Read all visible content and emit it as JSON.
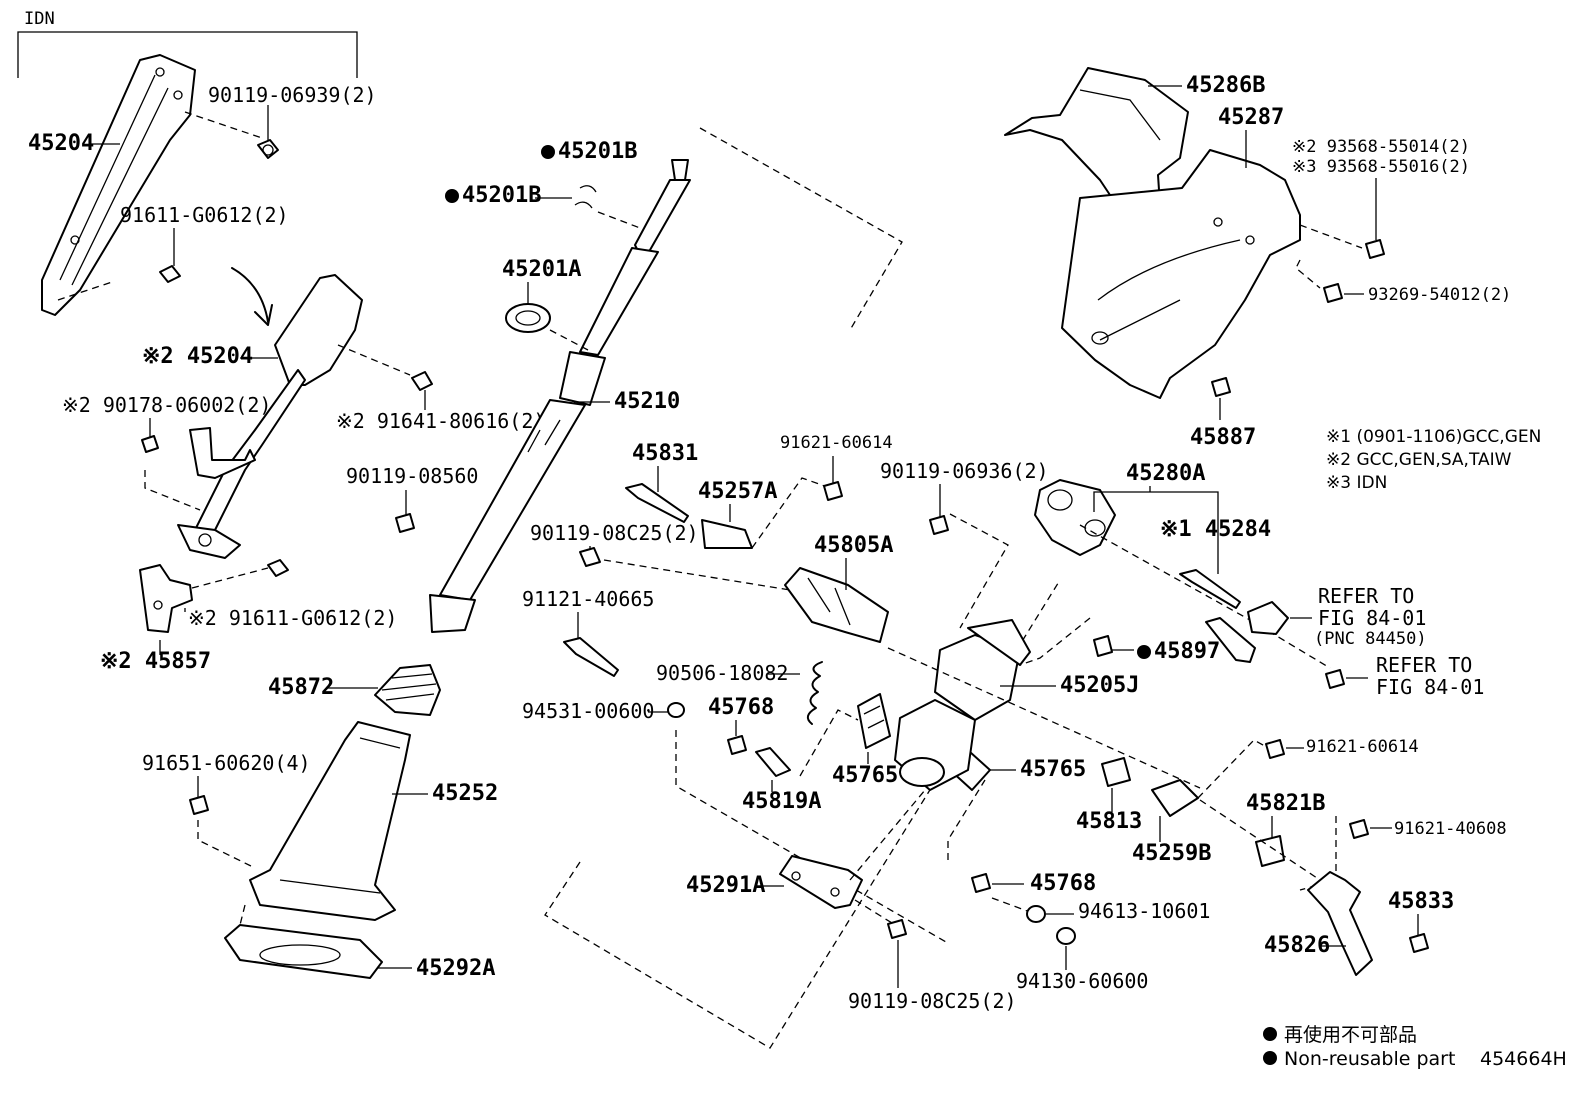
{
  "diagram": {
    "idn_header": "IDN",
    "diagram_code": "454664H",
    "legend": {
      "japanese": "再使用不可部品",
      "english": "Non-reusable part"
    },
    "notes": [
      "※1 (0901-1106)GCC,GEN",
      "※2 GCC,GEN,SA,TAIW",
      "※3 IDN"
    ],
    "labels": {
      "l_45204": "45204",
      "l_90119_06939": "90119-06939(2)",
      "l_91611_g0612_a": "91611-G0612(2)",
      "l_45204_2": "※2 45204",
      "l_90178": "※2 90178-06002(2)",
      "l_91641": "※2 91641-80616(2)",
      "l_91611_g0612_b": "※2 91611-G0612(2)",
      "l_45857": "※2 45857",
      "l_45201b_1": "45201B",
      "l_45201b_2": "45201B",
      "l_45201a": "45201A",
      "l_45210": "45210",
      "l_90119_08560": "90119-08560",
      "l_45872": "45872",
      "l_91651": "91651-60620(4)",
      "l_45252": "45252",
      "l_45292a": "45292A",
      "l_45831": "45831",
      "l_45257a": "45257A",
      "l_91621_60614_a": "91621-60614",
      "l_90119_08c25_a": "90119-08C25(2)",
      "l_45805a": "45805A",
      "l_90119_06936": "90119-06936(2)",
      "l_91121": "91121-40665",
      "l_90506": "90506-18082",
      "l_94531": "94531-00600",
      "l_45768_a": "45768",
      "l_45819a": "45819A",
      "l_45765_a": "45765",
      "l_45765_b": "45765",
      "l_45291a": "45291A",
      "l_90119_08c25_b": "90119-08C25(2)",
      "l_45768_b": "45768",
      "l_94613": "94613-10601",
      "l_94130": "94130-60600",
      "l_45813": "45813",
      "l_45259b": "45259B",
      "l_45205j": "45205J",
      "l_45897": "45897",
      "l_45280a": "45280A",
      "l_45284": "※1 45284",
      "l_refer1a": "REFER TO",
      "l_refer1b": "FIG 84-01",
      "l_refer1c": "(PNC 84450)",
      "l_refer2a": "REFER TO",
      "l_refer2b": "FIG 84-01",
      "l_45286b": "45286B",
      "l_45287": "45287",
      "l_93568_1": "※2 93568-55014(2)",
      "l_93568_2": "※3 93568-55016(2)",
      "l_93269": "93269-54012(2)",
      "l_45887": "45887",
      "l_91621_60614_b": "91621-60614",
      "l_45821b": "45821B",
      "l_91621_40608": "91621-40608",
      "l_45833": "45833",
      "l_45826": "45826"
    }
  }
}
